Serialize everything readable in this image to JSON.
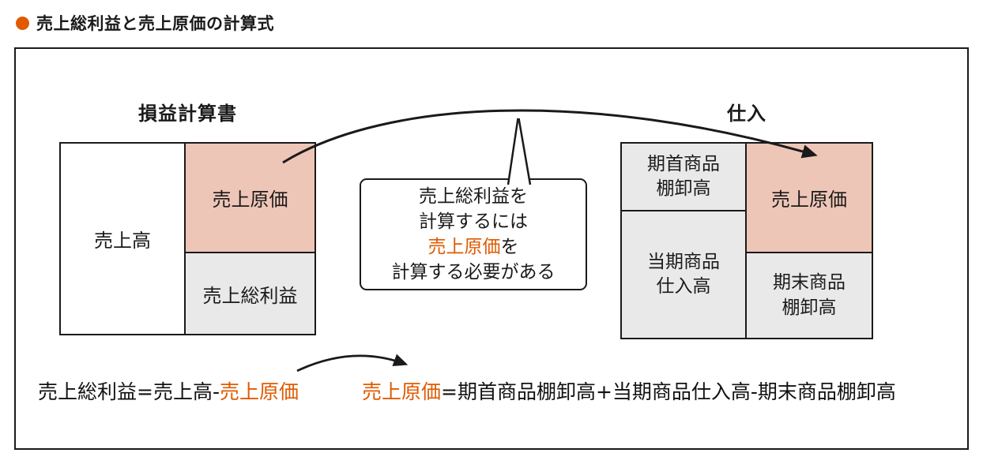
{
  "title": {
    "text": "売上総利益と売上原価の計算式"
  },
  "colors": {
    "accent": "#e05a00",
    "pink": "#eec6b8",
    "gray": "#e9e9e9",
    "ink": "#1a1a1a"
  },
  "pl_statement": {
    "heading": "損益計算書",
    "sales": "売上高",
    "cogs": "売上原価",
    "gross_profit": "売上総利益"
  },
  "purchases": {
    "heading": "仕入",
    "beginning_inventory": "期首商品\n棚卸高",
    "current_purchases": "当期商品\n仕入高",
    "cogs": "売上原価",
    "ending_inventory": "期末商品\n棚卸高"
  },
  "callout": {
    "line1": "売上総利益を",
    "line2": "計算するには",
    "line3_highlight": "売上原価",
    "line3_rest": "を",
    "line4": "計算する必要がある"
  },
  "formula_left": {
    "black": "売上総利益=売上高-",
    "orange": "売上原価"
  },
  "formula_right": {
    "orange": "売上原価",
    "black": "=期首商品棚卸高+当期商品仕入高-期末商品棚卸高"
  }
}
